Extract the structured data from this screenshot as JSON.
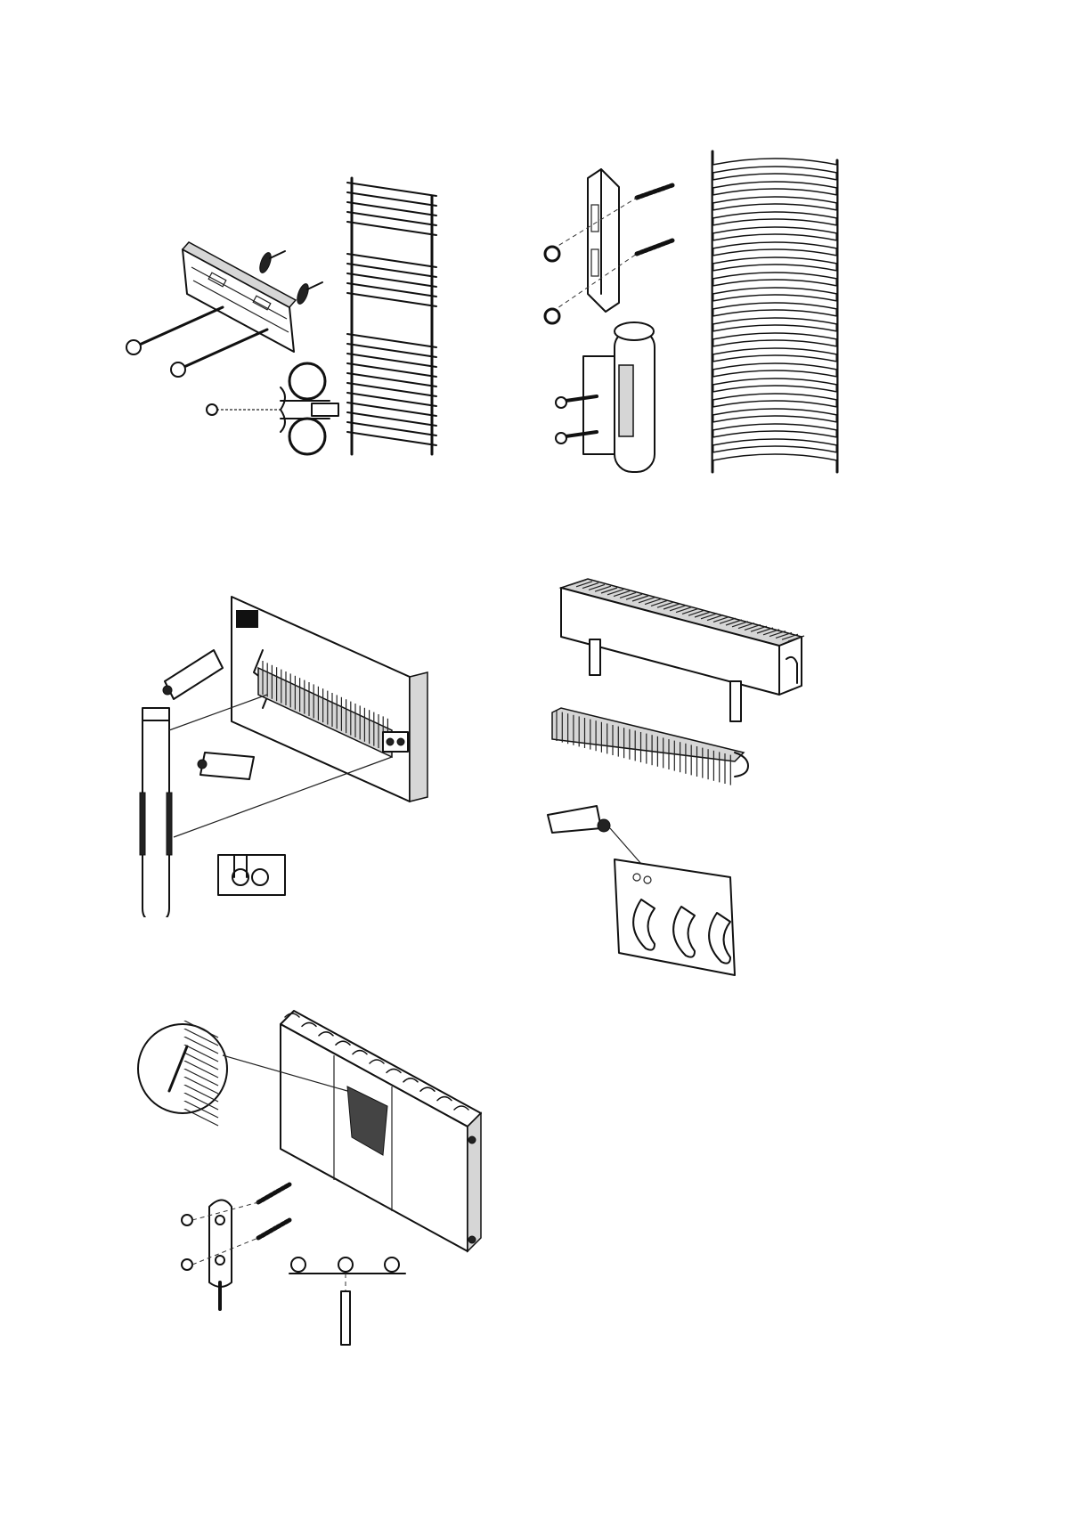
{
  "document": {
    "type": "radiator installation illustration sheet",
    "has_text": false
  },
  "illustrations": [
    {
      "id": "towel-rail-straight",
      "icon": "straight-towel-rail-icon",
      "parts": [
        "wall-bracket-rail",
        "wall-screws",
        "wall-plugs",
        "pipe-clamp-section",
        "towel-rail"
      ]
    },
    {
      "id": "towel-rail-curved",
      "icon": "curved-towel-rail-icon",
      "parts": [
        "vertical-bracket",
        "wall-screws",
        "wall-plugs",
        "pipe-clamp-bracket",
        "curved-towel-rail"
      ]
    },
    {
      "id": "trench-convector",
      "icon": "trench-convector-icon",
      "parts": [
        "housing",
        "heat-exchanger",
        "sealant-tubes",
        "valve-pipes",
        "connection-detail"
      ]
    },
    {
      "id": "floor-convector",
      "icon": "floor-convector-icon",
      "parts": [
        "convector-on-legs",
        "heat-exchanger",
        "sealant-tube",
        "mounting-template"
      ]
    },
    {
      "id": "column-radiator",
      "icon": "column-radiator-icon",
      "parts": [
        "radiator-body",
        "magnified-detail",
        "wall-bracket",
        "wall-screws",
        "wall-plugs",
        "pipe-alignment-detail"
      ]
    }
  ],
  "colors": {
    "line": "#111111",
    "fill": "#ffffff",
    "shade": "#d6d6d6",
    "dark": "#222222"
  }
}
